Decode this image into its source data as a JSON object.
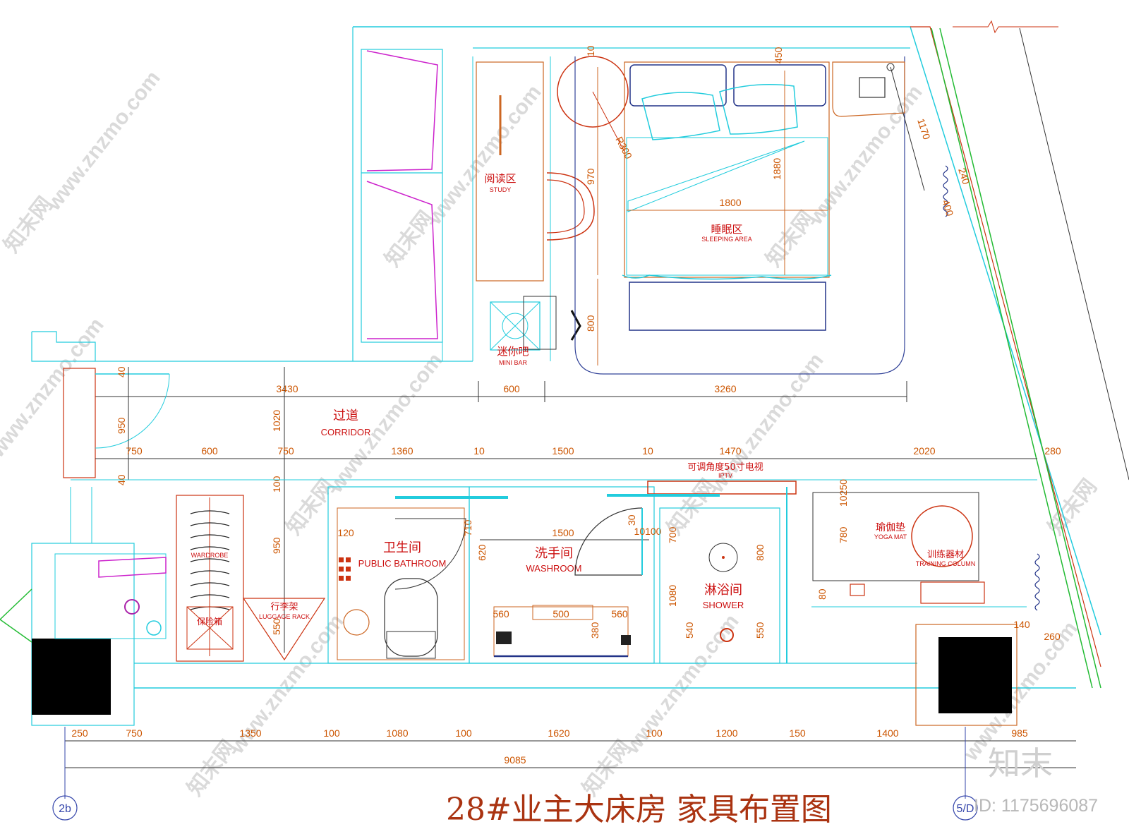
{
  "title": "28#业主大床房 家具布置图",
  "rooms": {
    "study_cn": "阅读区",
    "study_en": "STUDY",
    "sleeping_cn": "睡眠区",
    "sleeping_en": "SLEEPING AREA",
    "minibar_cn": "迷你吧",
    "minibar_en": "MINI BAR",
    "corridor_cn": "过道",
    "corridor_en": "CORRIDOR",
    "bathroom_cn": "卫生间",
    "bathroom_en": "PUBLIC BATHROOM",
    "washroom_cn": "洗手间",
    "washroom_en": "WASHROOM",
    "shower_cn": "淋浴间",
    "shower_en": "SHOWER",
    "yoga_cn": "瑜伽垫",
    "yoga_en": "YOGA MAT",
    "training_cn": "训练器材",
    "training_en": "TRAINING COLUMN",
    "luggage_cn": "行李架",
    "luggage_en": "LUGGAGE RACK",
    "wardrobe_en": "WARDROBE",
    "safe_cn": "保险箱",
    "tv_cn": "可调角度50寸电视",
    "tv_en": "IPTV"
  },
  "dims": {
    "bed_width": "1800",
    "bed_length": "1880",
    "radius": "R300",
    "d970": "970",
    "d800": "800",
    "d10": "10",
    "d1170": "1170",
    "d240": "240",
    "d400": "400",
    "d450": "450",
    "row1": [
      "3430",
      "600",
      "3260"
    ],
    "row2": [
      "750",
      "600",
      "750",
      "1360",
      "10",
      "1500",
      "10",
      "1470",
      "2020",
      "280"
    ],
    "corr_left": "950",
    "corr_1020": "1020",
    "d40": "40",
    "d100": "100",
    "d950b": "950",
    "d550": "550",
    "wash_1500": "1500",
    "d120": "120",
    "d620": "620",
    "d710": "710",
    "d1010": "10100",
    "d30": "30",
    "d700": "700",
    "d800b": "800",
    "d560a": "560",
    "d500": "500",
    "d560b": "560",
    "d380": "380",
    "d1080v": "1080",
    "d540": "540",
    "d550b": "550",
    "d780": "780",
    "d250v": "10250",
    "d80": "80",
    "d140": "140",
    "d260": "260",
    "bottom": [
      "250",
      "750",
      "1350",
      "100",
      "1080",
      "100",
      "1620",
      "100",
      "1200",
      "150",
      "1400",
      "985"
    ],
    "total": "9085"
  },
  "grid_labels": [
    "2b",
    "5/D"
  ],
  "watermark": {
    "site": "www.znzmo.com",
    "brand": "知末网",
    "logo": "知末",
    "id": "ID: 1175696087"
  }
}
